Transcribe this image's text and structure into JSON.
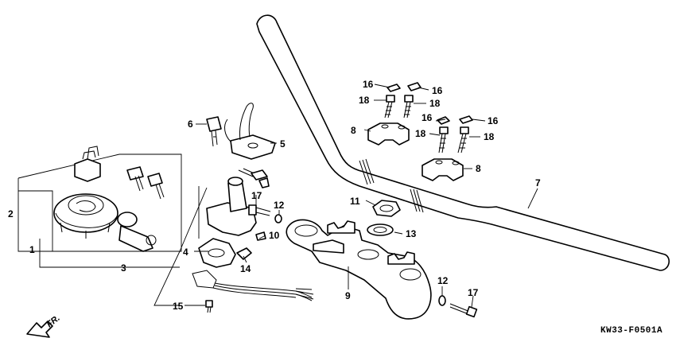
{
  "diagram_code": "KW33-F0501A",
  "direction_label": "FR.",
  "callouts": {
    "c1": "1",
    "c2": "2",
    "c3": "3",
    "c4": "4",
    "c5": "5",
    "c6": "6",
    "c7": "7",
    "c8a": "8",
    "c8b": "8",
    "c9": "9",
    "c10": "10",
    "c11": "11",
    "c12a": "12",
    "c12b": "12",
    "c13": "13",
    "c14": "14",
    "c15": "15",
    "c16a": "16",
    "c16b": "16",
    "c16c": "16",
    "c16d": "16",
    "c17a": "17",
    "c17b": "17",
    "c18a": "18",
    "c18b": "18",
    "c18c": "18",
    "c18d": "18"
  }
}
